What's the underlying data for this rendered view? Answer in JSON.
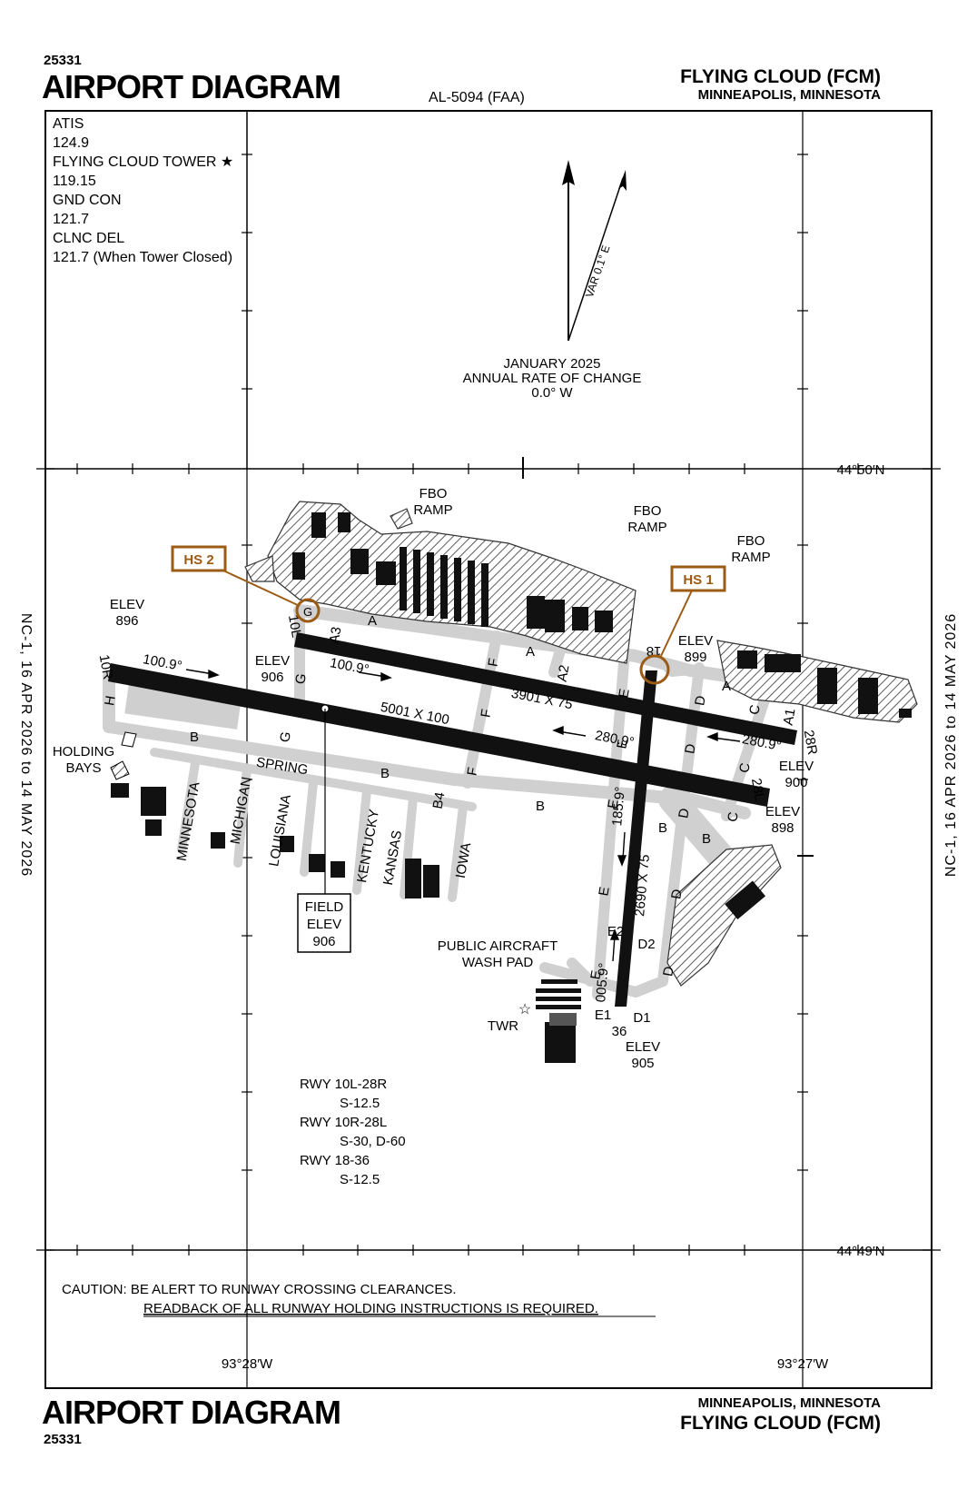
{
  "header": {
    "chart_number": "25331",
    "title": "AIRPORT DIAGRAM",
    "al_number": "AL-5094 (FAA)",
    "airport": "FLYING CLOUD (FCM)",
    "city": "MINNEAPOLIS, MINNESOTA"
  },
  "footer": {
    "title": "AIRPORT DIAGRAM",
    "chart_number": "25331",
    "city": "MINNEAPOLIS, MINNESOTA",
    "airport": "FLYING CLOUD (FCM)"
  },
  "frequencies": [
    "ATIS",
    "124.9",
    "FLYING CLOUD TOWER ★",
    "119.15",
    "GND CON",
    "121.7",
    "CLNC DEL",
    "121.7 (When Tower Closed)"
  ],
  "side_text": "NC-1, 16 APR 2026 to 14 MAY 2026",
  "magnetic": {
    "var": "VAR 0.1° E",
    "date": "JANUARY 2025",
    "rate_label": "ANNUAL RATE OF CHANGE",
    "rate": "0.0° W"
  },
  "coords": {
    "lat_north": "44°50′N",
    "lat_south": "44°49′N",
    "lon_west": "93°28′W",
    "lon_east": "93°27′W"
  },
  "runways": {
    "r10l_label": "10L",
    "r28r_label": "28R",
    "r10r_label": "10R",
    "r28l_label": "28L",
    "r18_label": "18",
    "r36_label": "36",
    "dims_10l": "3901 X 75",
    "dims_10r": "5001 X 100",
    "dims_18": "2690 X 75",
    "hdg_100_a": "100.9°",
    "hdg_100_b": "100.9°",
    "hdg_280_a": "280.9°",
    "hdg_280_b": "280.9°",
    "hdg_185": "185.9°",
    "hdg_005": "005.9°"
  },
  "elevations": [
    {
      "label": "ELEV",
      "value": "896"
    },
    {
      "label": "ELEV",
      "value": "906"
    },
    {
      "label": "ELEV",
      "value": "899"
    },
    {
      "label": "ELEV",
      "value": "900"
    },
    {
      "label": "ELEV",
      "value": "898"
    },
    {
      "label": "ELEV",
      "value": "905"
    }
  ],
  "field_elev": {
    "line1": "FIELD",
    "line2": "ELEV",
    "value": "906"
  },
  "hotspots": {
    "hs1": "HS 1",
    "hs2": "HS 2"
  },
  "taxiways": {
    "A": "A",
    "A1": "A1",
    "A2": "A2",
    "A3": "A3",
    "B": "B",
    "B4": "B4",
    "C": "C",
    "D": "D",
    "D1": "D1",
    "D2": "D2",
    "E": "E",
    "E1": "E1",
    "E2": "E2",
    "F": "F",
    "G": "G",
    "H": "H"
  },
  "streets": [
    "MINNESOTA",
    "MICHIGAN",
    "LOUISIANA",
    "SPRING",
    "KENTUCKY",
    "KANSAS",
    "IOWA"
  ],
  "labels": {
    "fbo_ramp_1": "FBO",
    "fbo_ramp_2": "RAMP",
    "holding_1": "HOLDING",
    "holding_2": "BAYS",
    "wash_1": "PUBLIC AIRCRAFT",
    "wash_2": "WASH PAD",
    "twr": "TWR"
  },
  "strength": [
    "RWY 10L-28R",
    "S-12.5",
    "RWY 10R-28L",
    "S-30, D-60",
    "RWY 18-36",
    "S-12.5"
  ],
  "caution": {
    "line1": "CAUTION: BE ALERT TO RUNWAY CROSSING CLEARANCES.",
    "line2": "READBACK OF ALL RUNWAY HOLDING INSTRUCTIONS IS REQUIRED."
  },
  "colors": {
    "hotspot": "#9b5b14",
    "taxiway": "#d0d0d0",
    "runway": "#111111"
  }
}
